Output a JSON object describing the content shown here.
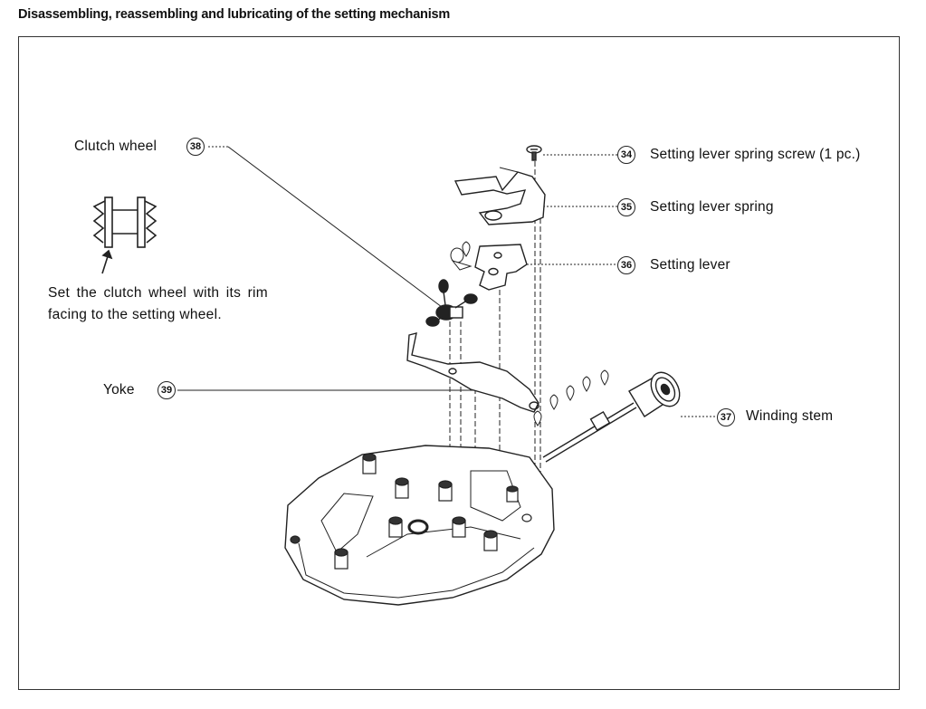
{
  "title": "Disassembling, reassembling and lubricating of the setting mechanism",
  "parts": [
    {
      "number": "34",
      "label": "Setting lever spring screw (1 pc.)"
    },
    {
      "number": "35",
      "label": "Setting lever spring"
    },
    {
      "number": "36",
      "label": "Setting lever"
    },
    {
      "number": "37",
      "label": "Winding stem"
    },
    {
      "number": "38",
      "label": "Clutch wheel"
    },
    {
      "number": "39",
      "label": "Yoke"
    }
  ],
  "note": "Set the clutch wheel with its rim facing to the setting wheel."
}
